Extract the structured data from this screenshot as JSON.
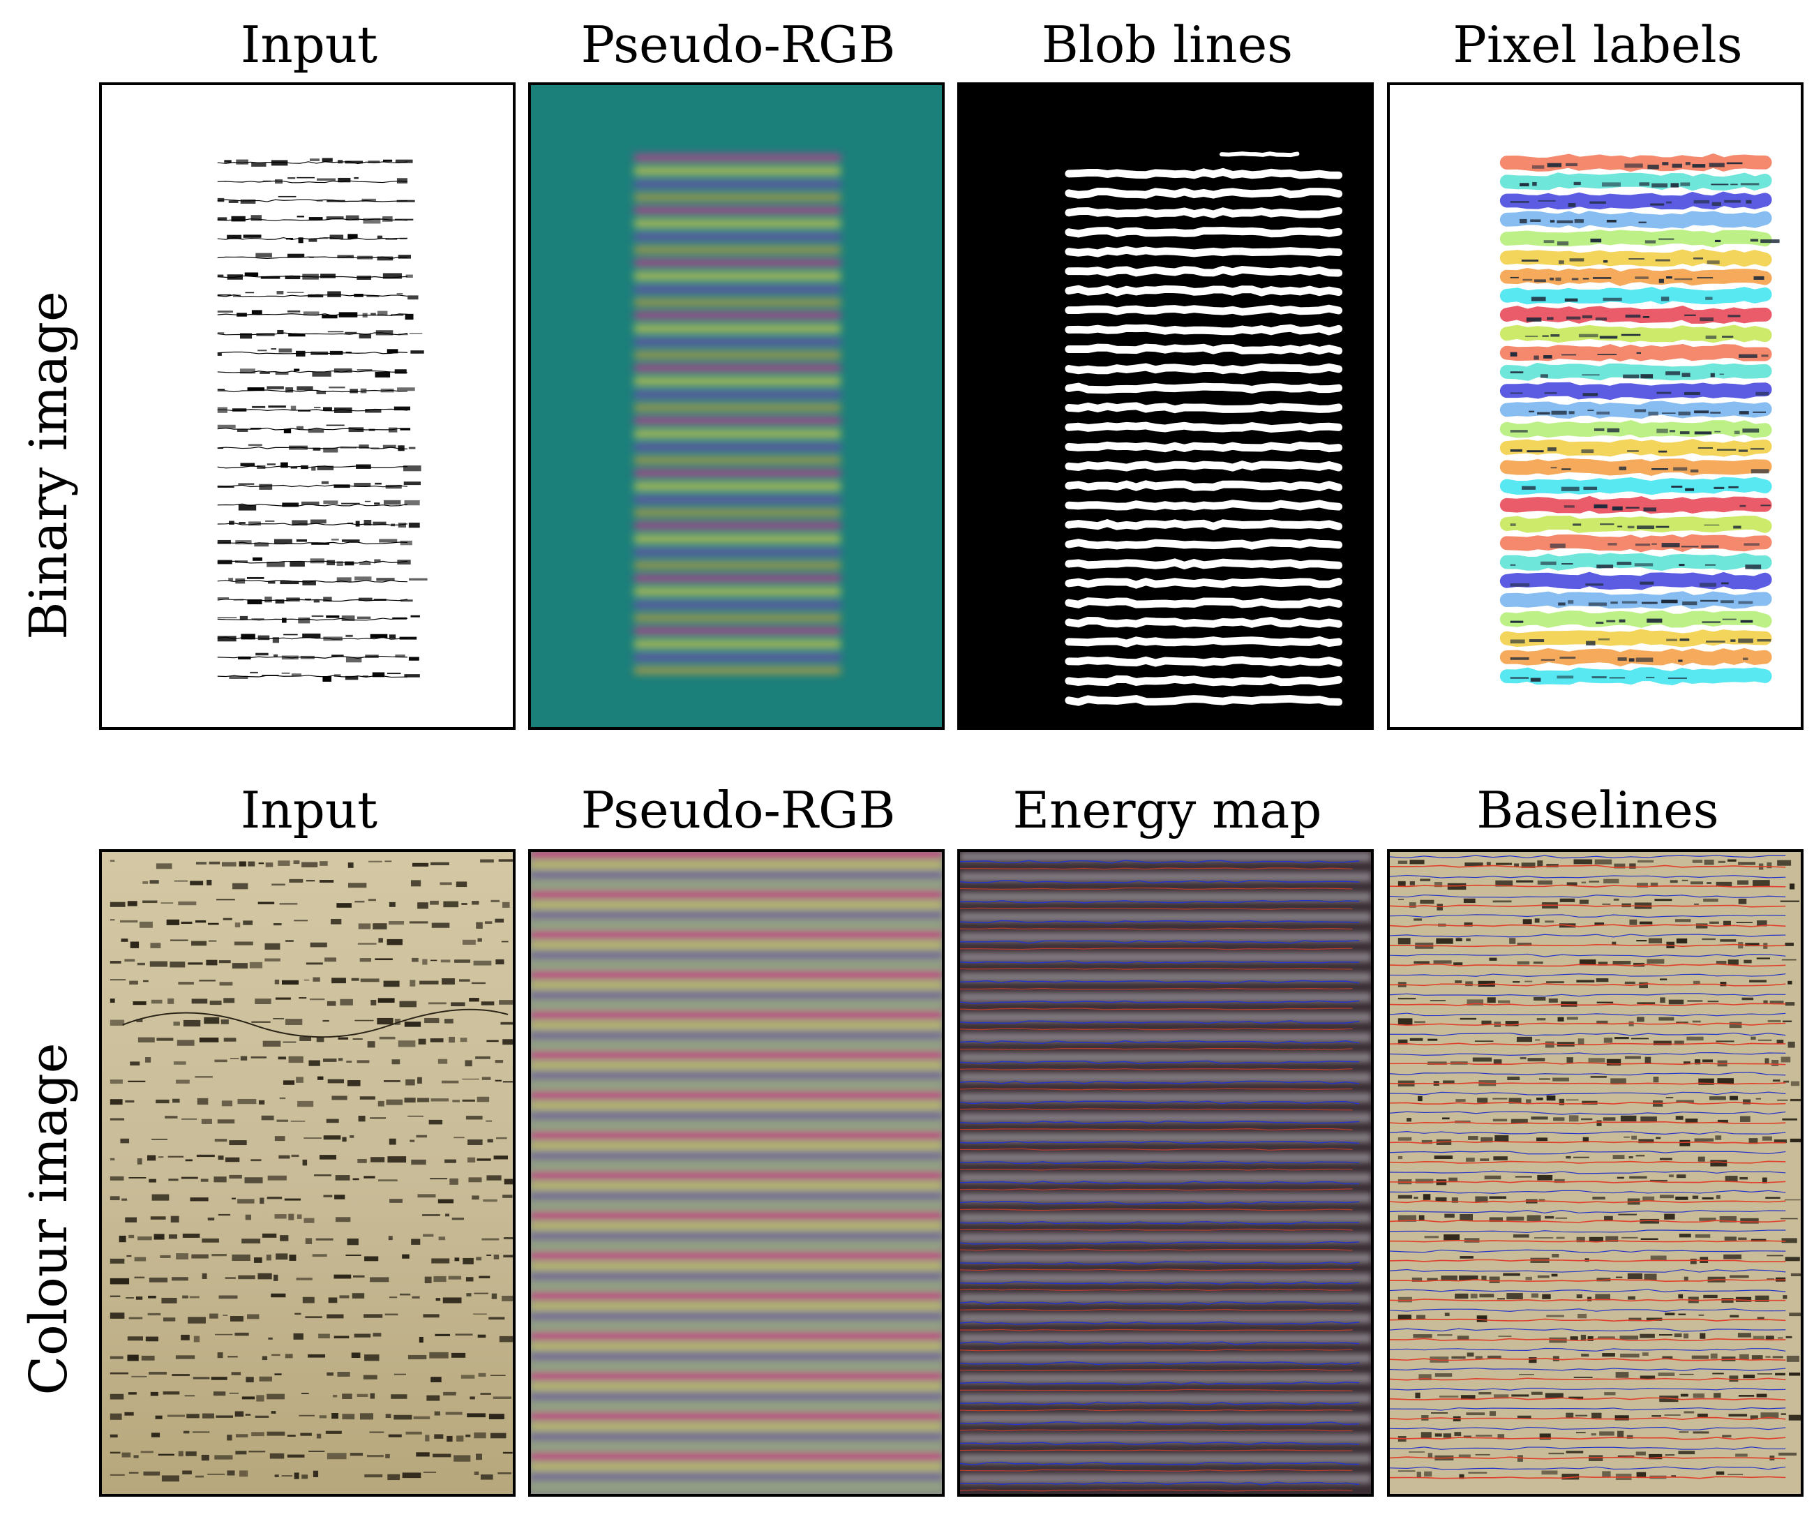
{
  "rows": [
    {
      "label": "Binary image",
      "panels": [
        {
          "title": "Input",
          "kind": "binary-input"
        },
        {
          "title": "Pseudo-RGB",
          "kind": "binary-pseudo-rgb"
        },
        {
          "title": "Blob lines",
          "kind": "blob-lines"
        },
        {
          "title": "Pixel labels",
          "kind": "pixel-labels"
        }
      ]
    },
    {
      "label": "Colour image",
      "panels": [
        {
          "title": "Input",
          "kind": "colour-input"
        },
        {
          "title": "Pseudo-RGB",
          "kind": "colour-pseudo-rgb"
        },
        {
          "title": "Energy map",
          "kind": "energy-map"
        },
        {
          "title": "Baselines",
          "kind": "baselines"
        }
      ]
    }
  ],
  "colors": {
    "teal_background": "#1b7f7a",
    "blob_background": "#000000",
    "parchment": "#c9bc98",
    "ink": "#2a2418",
    "baseline_red": "#e0402a",
    "separator_blue": "#2433c8",
    "label_palette": [
      "#f47c5e",
      "#5fe3d6",
      "#4a4ae0",
      "#7ab6f0",
      "#b6f07a",
      "#f2d04a",
      "#f5a24a",
      "#45e6f0",
      "#e84a5a",
      "#c8e85a"
    ]
  },
  "icons": {
    "lines": "text-line-icon"
  }
}
